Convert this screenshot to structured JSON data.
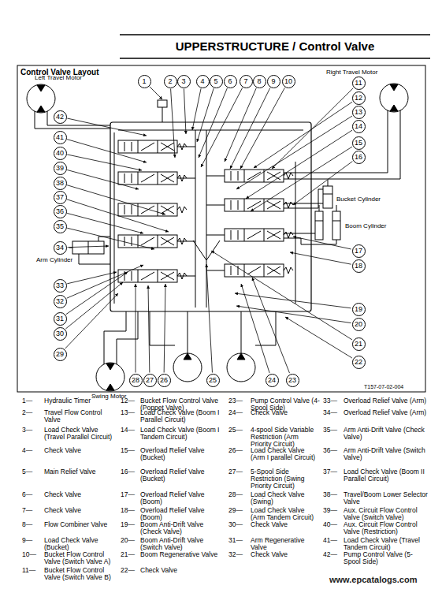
{
  "diagram": {
    "title": "UPPERSTRUCTURE / Control Valve",
    "nodes": [
      {
        "text": [
          "1"
        ]
      },
      {
        "text": [
          "2"
        ]
      },
      {
        "text": [
          "3"
        ]
      },
      {
        "text": [
          "4"
        ]
      },
      {
        "text": [
          "5"
        ]
      },
      {
        "text": [
          "6"
        ]
      },
      {
        "text": [
          "7"
        ]
      },
      {
        "text": [
          "8"
        ]
      },
      {
        "text": [
          "9"
        ]
      },
      {
        "text": [
          "10"
        ]
      },
      {
        "text": [
          "11"
        ]
      },
      {
        "text": [
          "12"
        ]
      },
      {
        "text": [
          "13"
        ]
      },
      {
        "text": [
          "14"
        ]
      },
      {
        "text": [
          "15"
        ]
      },
      {
        "text": [
          "16"
        ]
      },
      {
        "text": [
          "17"
        ]
      },
      {
        "text": [
          "18"
        ]
      },
      {
        "text": [
          "19"
        ]
      },
      {
        "text": [
          "20"
        ]
      },
      {
        "text": [
          "21"
        ]
      },
      {
        "text": [
          "22"
        ]
      },
      {
        "text": [
          "23"
        ]
      },
      {
        "text": [
          "24"
        ]
      },
      {
        "text": [
          "25"
        ]
      },
      {
        "text": [
          "26"
        ]
      },
      {
        "text": [
          "27"
        ]
      },
      {
        "text": [
          "28"
        ]
      },
      {
        "text": [
          "29"
        ]
      },
      {
        "text": [
          "30"
        ]
      },
      {
        "text": [
          "31"
        ]
      },
      {
        "text": [
          "32"
        ]
      },
      {
        "text": [
          "33"
        ]
      },
      {
        "text": [
          "34"
        ]
      },
      {
        "text": [
          "35"
        ]
      },
      {
        "text": [
          "36"
        ]
      },
      {
        "text": [
          "37"
        ]
      },
      {
        "text": [
          "38"
        ]
      },
      {
        "text": [
          "39"
        ]
      },
      {
        "text": [
          "40"
        ]
      },
      {
        "text": [
          "41"
        ]
      },
      {
        "text": [
          "42"
        ]
      }
    ],
    "labels": [
      "Control Valve Layout",
      "Left Travel Motor",
      "Right Travel Motor",
      "Bucket Cylinder",
      "Boom Cylinder",
      "Arm Cylinder",
      "Swing Motor",
      "T157-07-02-004",
      "1—",
      "Hydraulic Timer",
      "2—",
      "Travel Flow Control Valve",
      "3—",
      "Load Check Valve (Travel Parallel Circuit)",
      "4—",
      "Check Valve",
      "5—",
      "Main Relief Valve",
      "6—",
      "Check Valve",
      "7—",
      "Check Valve",
      "8—",
      "Flow Combiner Valve",
      "9—",
      "Load Check Valve (Bucket)",
      "10—",
      "Bucket Flow Control Valve (Switch Valve A)",
      "11—",
      "Bucket Flow Control Valve (Switch Valve B)",
      "12—",
      "Bucket Flow Control Valve (Poppet Valve)",
      "13—",
      "Load Check Valve (Boom I Parallel Circuit)",
      "14—",
      "Load Check Valve (Boom I Tandem Circuit)",
      "15—",
      "Overload Relief Valve (Bucket)",
      "16—",
      "Overload Relief Valve (Bucket)",
      "17—",
      "Overload Relief Valve (Boom)",
      "18—",
      "Overload Relief Valve (Boom)",
      "19—",
      "Boom Anti-Drift Valve (Check Valve)",
      "20—",
      "Boom Anti-Drift Valve (Switch Valve)",
      "21—",
      "Boom Regenerative Valve",
      "22—",
      "Check Valve",
      "23—",
      "Pump Control Valve (4-Spool Side)",
      "24—",
      "Check Valve",
      "25—",
      "4-spool Side Variable Restriction (Arm Priority Circuit)",
      "26—",
      "Load Check Valve (Arm I parallel Circuit)",
      "27—",
      "5-Spool Side Restriction (Swing Priority Circuit)",
      "28—",
      "Load Check Valve (Swing)",
      "29—",
      "Load Check Valve (Arm Tandem Circuit)",
      "30—",
      "Check Valve",
      "31—",
      "Arm Regenerative Valve",
      "32—",
      "Check Valve",
      "33—",
      "Overload Relief Valve (Arm)",
      "34—",
      "Overload Relief Valve (Arm)",
      "35—",
      "Arm Anti-Drift Valve (Check Valve)",
      "36—",
      "Arm Anti-Drift Valve (Switch Valve)",
      "37—",
      "Load Check Valve (Boom II Parallel Circuit)",
      "38—",
      "Travel/Boom Lower Selector Valve",
      "39—",
      "Aux. Circuit Flow Control Valve (Switch Valve)",
      "40—",
      "Aux. Circuit Flow Control Valve (Restriction)",
      "41—",
      "Load Check Valve (Travel Tandem Circuit)",
      "42—",
      "Pump Control Valve (5-Spool Side)",
      "www.epcatalogs.com"
    ]
  }
}
